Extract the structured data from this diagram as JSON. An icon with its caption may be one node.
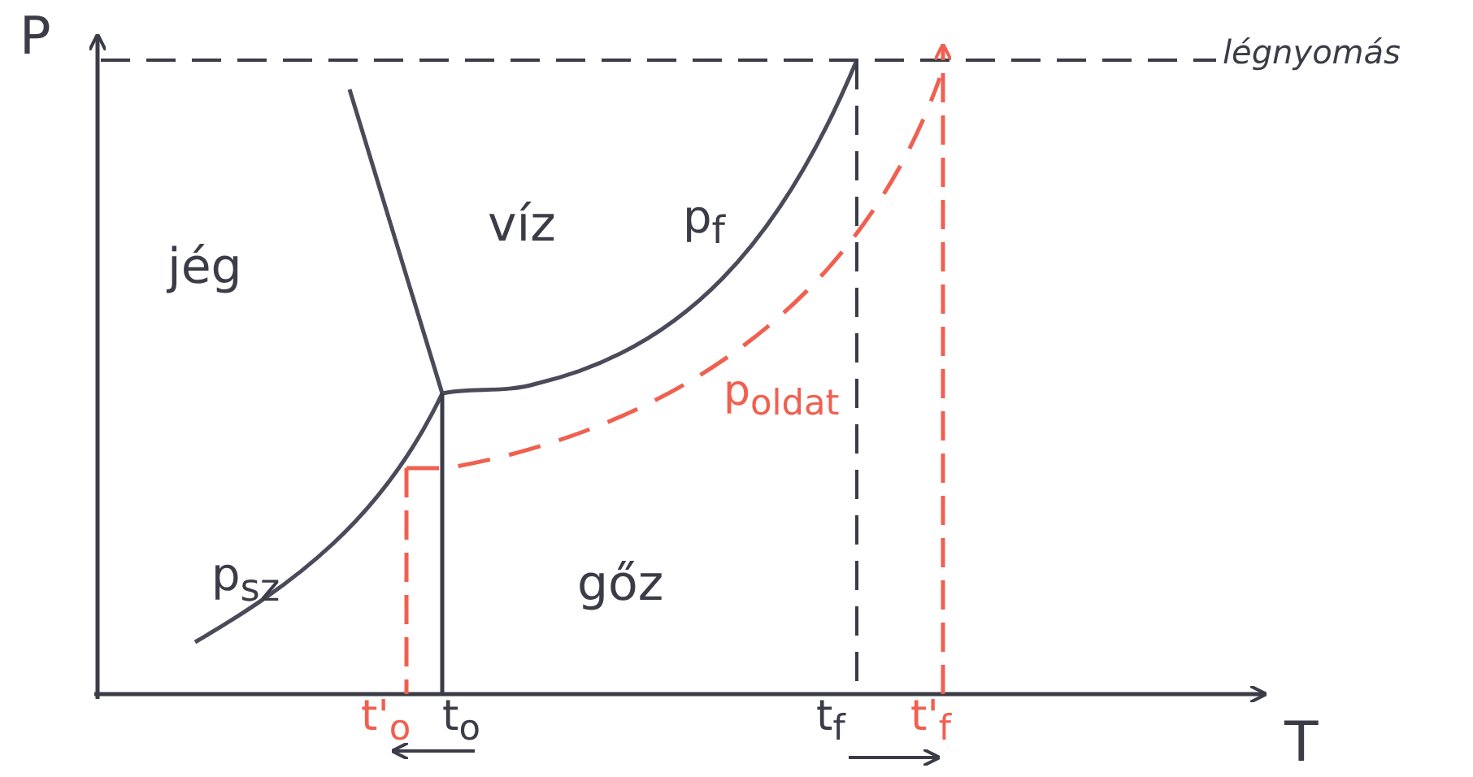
{
  "diagram": {
    "labels": [
      "P",
      "légnyomás",
      "jég",
      "víz",
      "p$_{f}$",
      "p$_{oldat}$",
      "p$_{sz}$",
      "gőz",
      "t'$_{o}$",
      "t$_{o}$",
      "t$_{f}$",
      "t'$_{f}$",
      "T"
    ]
  }
}
